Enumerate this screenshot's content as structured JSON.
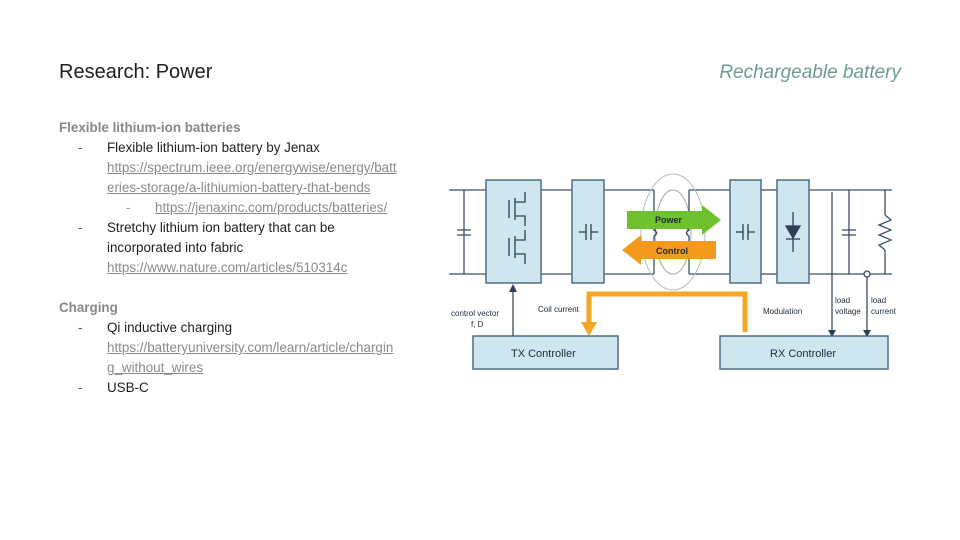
{
  "slide": {
    "title": "Research: Power",
    "subtitle": "Rechargeable battery"
  },
  "sections": [
    {
      "heading": "Flexible lithium-ion batteries",
      "items": [
        {
          "text": "Flexible lithium-ion battery by Jenax",
          "link": "https://spectrum.ieee.org/energywise/energy/batteries-storage/a-lithiumion-battery-that-bends",
          "subitems": [
            {
              "link": "https://jenaxinc.com/products/batteries/"
            }
          ]
        },
        {
          "text": "Stretchy lithium ion battery that can be incorporated into fabric",
          "link": "https://www.nature.com/articles/510314c"
        }
      ]
    },
    {
      "heading": "Charging",
      "items": [
        {
          "text": "Qi inductive charging",
          "link": "https://batteryuniversity.com/learn/article/charging_without_wires"
        },
        {
          "text": "USB-C"
        }
      ]
    }
  ],
  "diagram": {
    "labels": {
      "power": "Power",
      "control": "Control",
      "tx_controller": "TX Controller",
      "rx_controller": "RX Controller",
      "control_vector_line1": "control vector",
      "control_vector_line2": "f, D",
      "coil_current": "Coil current",
      "modulation": "Modulation",
      "load_voltage_line1": "load",
      "load_voltage_line2": "voltage",
      "load_current_line1": "load",
      "load_current_line2": "current"
    },
    "colors": {
      "box_fill": "#cfe6ee",
      "box_stroke": "#4a6f86",
      "wire": "#3a4f6a",
      "power_arrow": "#6fc12e",
      "control_arrow": "#f39a1c",
      "orange_path": "#f5a623"
    }
  }
}
